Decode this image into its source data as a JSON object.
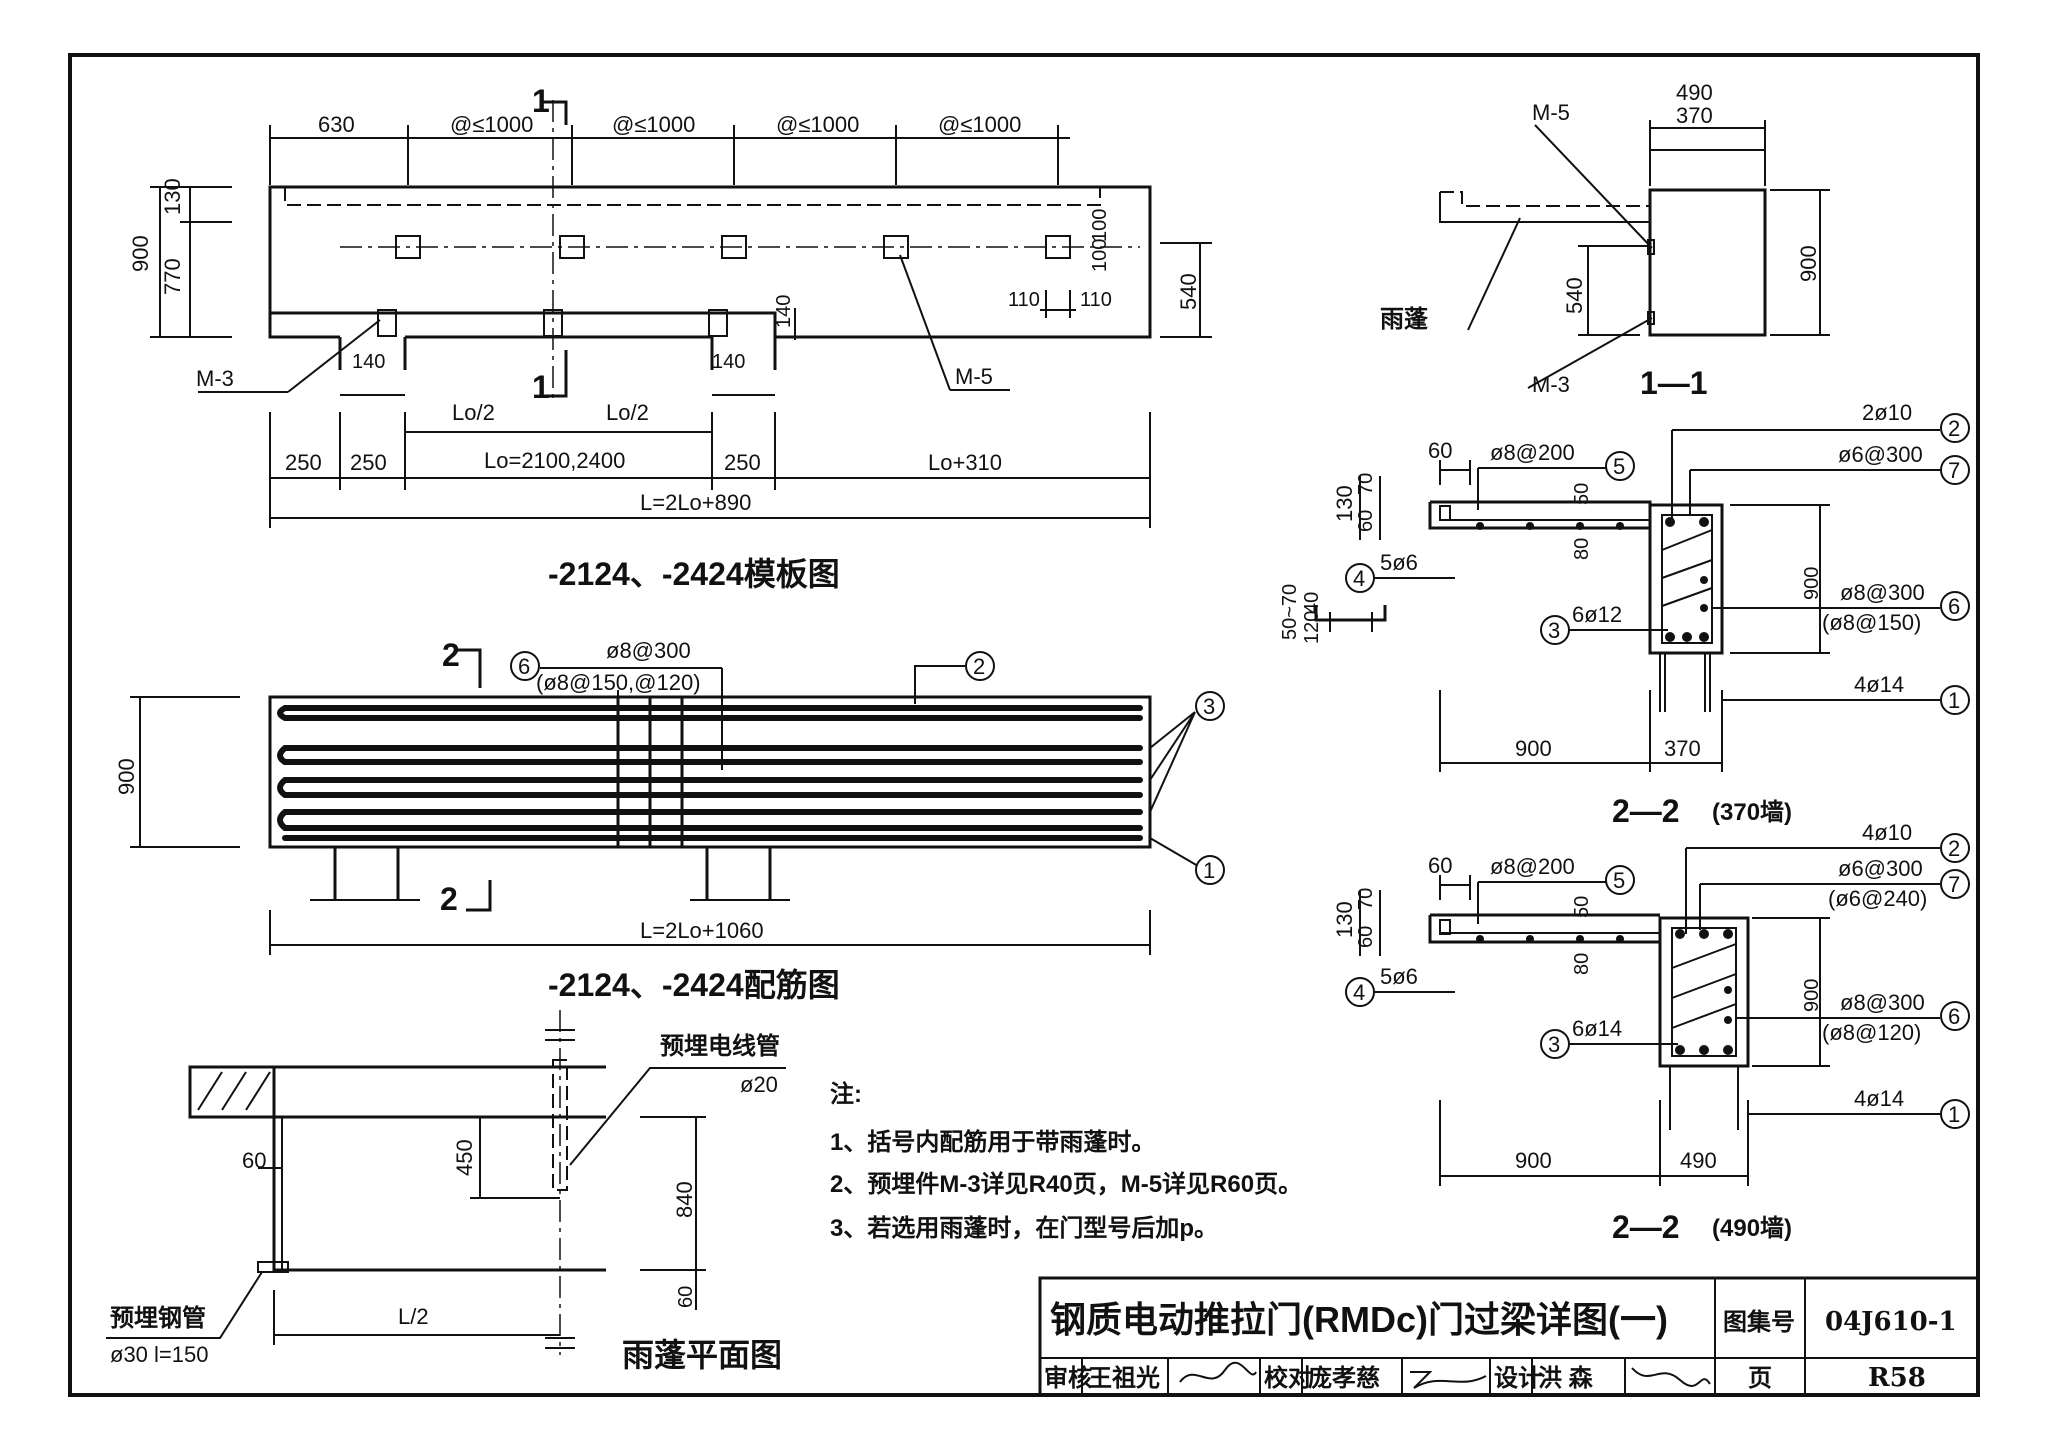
{
  "formwork": {
    "title": "-2124、-2424模板图",
    "top_dims": [
      "630",
      "@≤1000",
      "@≤1000",
      "@≤1000",
      "@≤1000"
    ],
    "left_dims": [
      "900",
      "130",
      "770"
    ],
    "right_dims": [
      "100",
      "100",
      "110",
      "110",
      "540",
      "140"
    ],
    "bottom_dims": [
      "140",
      "140",
      "Lo/2",
      "Lo/2",
      "250",
      "250",
      "Lo=2100,2400",
      "250",
      "Lo+310",
      "L=2Lo+890"
    ],
    "labels": {
      "m3": "M-3",
      "m5": "M-5",
      "sec1": "1",
      "sec1b": "1"
    }
  },
  "rebar": {
    "title": "-2124、-2424配筋图",
    "sec_label": "2",
    "sec_label_b": "2",
    "stirrup": "ø8@300",
    "stirrup_alt": "(ø8@150,@120)",
    "height": "900",
    "length": "L=2Lo+1060",
    "markers": [
      "6",
      "2",
      "3",
      "1"
    ]
  },
  "section11": {
    "title": "1—1",
    "dims": [
      "490",
      "370",
      "900",
      "540"
    ],
    "labels": {
      "m5": "M-5",
      "m3": "M-3",
      "canopy": "雨蓬"
    }
  },
  "section370": {
    "title": "2—2",
    "subtitle": "(370墙)",
    "dims": [
      "60",
      "70",
      "50",
      "130",
      "60",
      "80",
      "900",
      "900",
      "370",
      "50~70",
      "40",
      "120"
    ],
    "callouts": [
      "ø8@200",
      "2ø10",
      "ø6@300",
      "5ø6",
      "6ø12",
      "ø8@300",
      "(ø8@150)",
      "4ø14"
    ],
    "markers": [
      "5",
      "2",
      "7",
      "4",
      "3",
      "6",
      "1"
    ]
  },
  "section490": {
    "title": "2—2",
    "subtitle": "(490墙)",
    "dims": [
      "60",
      "70",
      "50",
      "130",
      "60",
      "80",
      "900",
      "900",
      "490"
    ],
    "callouts": [
      "ø8@200",
      "4ø10",
      "ø6@300",
      "(ø6@240)",
      "5ø6",
      "6ø14",
      "ø8@300",
      "(ø8@120)",
      "4ø14"
    ],
    "markers": [
      "5",
      "2",
      "7",
      "4",
      "3",
      "6",
      "1"
    ]
  },
  "canopy_plan": {
    "title": "雨蓬平面图",
    "conduit_label": "预埋电线管",
    "conduit_size": "ø20",
    "pipe_label": "预埋钢管",
    "pipe_size": "ø30  l=150",
    "dims": [
      "60",
      "450",
      "840",
      "60",
      "L/2"
    ]
  },
  "notes": {
    "heading": "注:",
    "items": [
      "1、括号内配筋用于带雨蓬时。",
      "2、预埋件M-3详见R40页，M-5详见R60页。",
      "3、若选用雨蓬时，在门型号后加p。"
    ]
  },
  "title_block": {
    "title": "钢质电动推拉门(RMDc)门过梁详图(一)",
    "atlas_label": "图集号",
    "atlas_no": "04J610-1",
    "page_label": "页",
    "page_no": "R58",
    "review_label": "审核",
    "reviewer": "王祖光",
    "check_label": "校对",
    "checker": "庞孝慈",
    "design_label": "设计",
    "designer": "洪  森"
  }
}
